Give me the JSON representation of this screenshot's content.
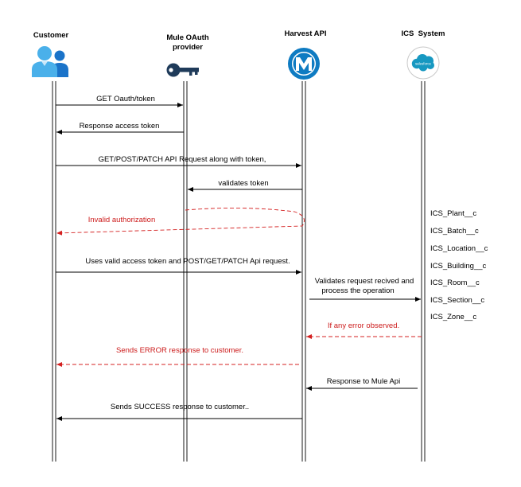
{
  "colors": {
    "line": "#000000",
    "error": "#d42020",
    "customer_blue": "#2a8dd8",
    "key_navy": "#1f3b5a",
    "mule_blue": "#0e7bc2",
    "sf_blue": "#1798c1"
  },
  "participants": [
    {
      "id": "customer",
      "title_lines": [
        "Customer"
      ],
      "icon": "user-group-icon"
    },
    {
      "id": "mule_oauth",
      "title_lines": [
        "Mule OAuth",
        "provider"
      ],
      "icon": "key-icon"
    },
    {
      "id": "harvest_api",
      "title_lines": [
        "Harvest API"
      ],
      "icon": "mulesoft-logo-icon"
    },
    {
      "id": "ics_system",
      "title_lines": [
        "ICS  System"
      ],
      "icon": "salesforce-cloud-icon",
      "logo_text": "salesforce"
    }
  ],
  "messages": [
    {
      "label_lines": [
        "GET Oauth/token"
      ],
      "from": "customer",
      "to": "mule_oauth",
      "style": "solid"
    },
    {
      "label_lines": [
        "Response access token"
      ],
      "from": "mule_oauth",
      "to": "customer",
      "style": "solid"
    },
    {
      "label_lines": [
        "GET/POST/PATCH API Request along with token,"
      ],
      "from": "customer",
      "to": "harvest_api",
      "style": "solid"
    },
    {
      "label_lines": [
        "validates token"
      ],
      "from": "harvest_api",
      "to": "mule_oauth",
      "style": "solid"
    },
    {
      "label_lines": [
        "Invalid authorization"
      ],
      "from": "harvest_api",
      "to": "customer",
      "style": "dashed-error",
      "loop": true
    },
    {
      "label_lines": [
        "Uses valid access token and POST/GET/PATCH Api request."
      ],
      "from": "customer",
      "to": "harvest_api",
      "style": "solid"
    },
    {
      "label_lines": [
        "Validates request recived and",
        "process the operation"
      ],
      "from": "harvest_api",
      "to": "ics_system",
      "style": "solid"
    },
    {
      "label_lines": [
        "If any error observed."
      ],
      "from": "ics_system",
      "to": "harvest_api",
      "style": "dashed-error"
    },
    {
      "label_lines": [
        "Sends ERROR response to customer."
      ],
      "from": "harvest_api",
      "to": "customer",
      "style": "dashed-error"
    },
    {
      "label_lines": [
        "Response to Mule Api"
      ],
      "from": "ics_system",
      "to": "harvest_api",
      "style": "solid"
    },
    {
      "label_lines": [
        "Sends SUCCESS response to customer.."
      ],
      "from": "harvest_api",
      "to": "customer",
      "style": "solid"
    }
  ],
  "ics_entities": [
    "ICS_Plant__c",
    "ICS_Batch__c",
    "ICS_Location__c",
    "ICS_Building__c",
    "ICS_Room__c",
    "ICS_Section__c",
    "ICS_Zone__c"
  ]
}
